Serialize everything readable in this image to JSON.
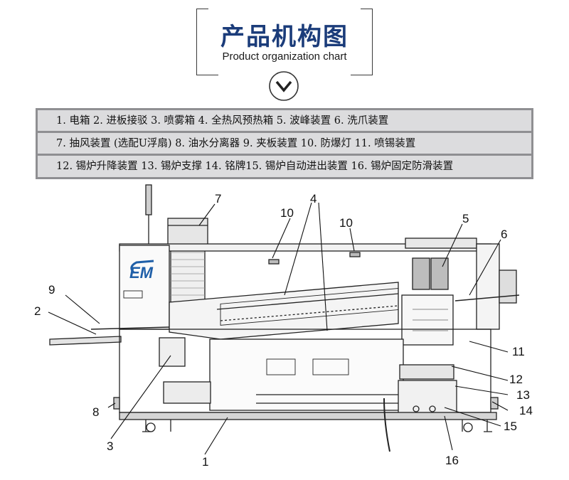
{
  "header": {
    "title_zh": "产品机构图",
    "title_en": "Product organization chart"
  },
  "legend": {
    "row1": "1. 电箱 2. 进板接驳 3. 喷雾箱 4. 全热风预热箱 5. 波峰装置 6. 洗爪装置",
    "row2": "7. 抽风装置 (选配U浮扇) 8. 油水分离器 9. 夹板装置 10. 防爆灯 11. 喷锡装置",
    "row3": "12. 锡炉升降装置 13. 锡炉支撑 14. 铭牌15. 锡炉自动进出装置 16. 锡炉固定防滑装置"
  },
  "diagram": {
    "logo": "EM",
    "callouts": [
      "1",
      "2",
      "3",
      "4",
      "5",
      "6",
      "7",
      "8",
      "9",
      "10",
      "10",
      "11",
      "12",
      "13",
      "14",
      "15",
      "16"
    ]
  },
  "colors": {
    "title": "#1b3c7a",
    "band_border": "#8f8f92",
    "band_fill": "#dcdcde",
    "logo_blue": "#1f5fa8"
  }
}
